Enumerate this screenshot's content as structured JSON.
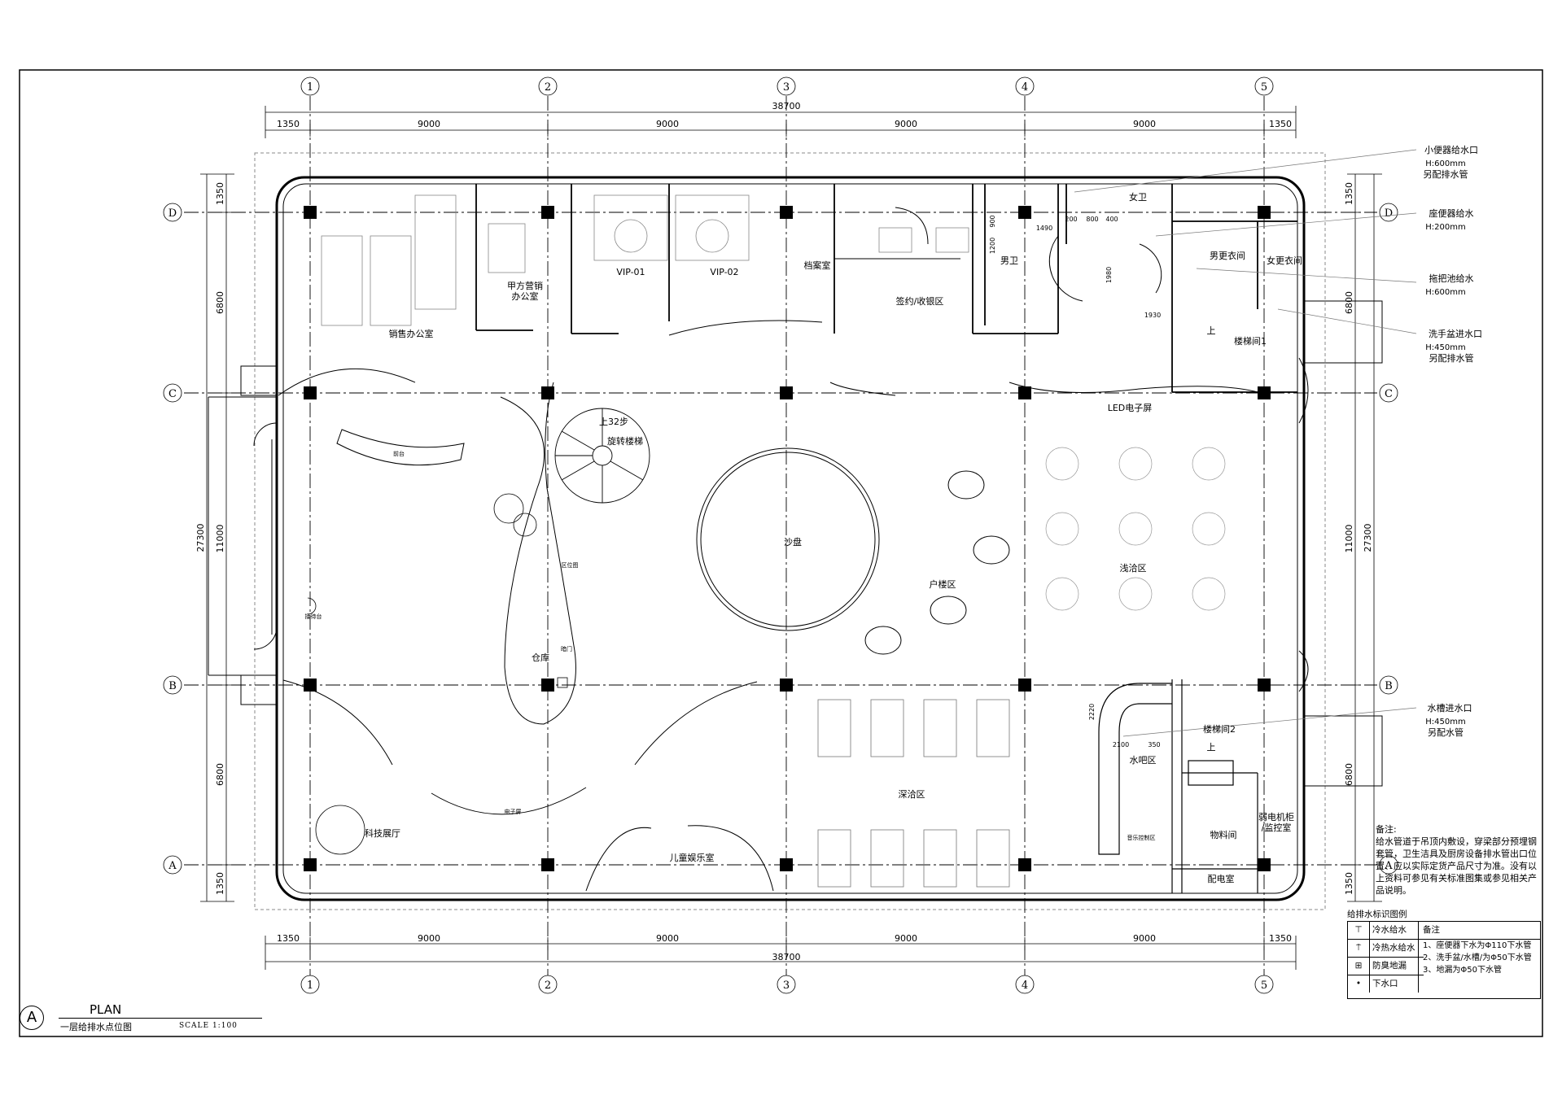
{
  "axes": {
    "vertical": [
      "1",
      "2",
      "3",
      "4",
      "5"
    ],
    "horizontal": [
      "D",
      "C",
      "B",
      "A"
    ]
  },
  "dimensions": {
    "top_total": "38700",
    "bottom_total": "38700",
    "horizontal_segments": [
      "1350",
      "9000",
      "9000",
      "9000",
      "9000",
      "1350"
    ],
    "vertical_segments": [
      "1350",
      "6800",
      "11000",
      "6800",
      "1350"
    ],
    "vertical_total": "27300",
    "detail": [
      "1930",
      "2100",
      "350",
      "2220",
      "1980",
      "1490",
      "200",
      "800",
      "400",
      "900",
      "1200"
    ]
  },
  "rooms": {
    "sales_office": "销售办公室",
    "client_office": "甲方营销\n办公室",
    "vip1": "VIP-01",
    "vip2": "VIP-02",
    "archive": "档案室",
    "sign": "签约/收银区",
    "mens_wc": "男卫",
    "womens_wc": "女卫",
    "mens_locker": "男更衣间",
    "womens_locker": "女更衣间",
    "stair1": "楼梯间1",
    "stair_up1": "上",
    "led": "LED电子屏",
    "spiral_up": "上32步",
    "spiral": "旋转楼梯",
    "sand": "沙盘",
    "unit_area": "户楼区",
    "shallow": "浅洽区",
    "deep": "深洽区",
    "warehouse": "仓库",
    "tech": "科技展厅",
    "kids": "儿童娱乐室",
    "water_bar": "水吧区",
    "stair2": "楼梯间2",
    "stair_up2": "上",
    "material": "物料间",
    "weak_elec": "弱电机柜\n/监控室",
    "power": "配电室",
    "front_desk": "前台",
    "screen": "电子屏",
    "zone_map": "区位图",
    "bench": "接待台",
    "hidden_door": "暗门",
    "control": "音乐控制区"
  },
  "callouts": [
    {
      "title": "小便器给水口",
      "lines": [
        "H:600mm",
        "另配排水管"
      ]
    },
    {
      "title": "座便器给水",
      "lines": [
        "H:200mm"
      ]
    },
    {
      "title": "拖把池给水",
      "lines": [
        "H:600mm"
      ]
    },
    {
      "title": "洗手盆进水口",
      "lines": [
        "H:450mm",
        "另配排水管"
      ]
    },
    {
      "title": "水槽进水口",
      "lines": [
        "H:450mm",
        "另配水管"
      ]
    }
  ],
  "notes": {
    "title": "备注:",
    "body": "给水管道于吊顶内敷设，穿梁部分预埋钢套管，卫生洁具及厨房设备排水管出口位置、应以实际定货产品尺寸为准。没有以上资料可参见有关标准图集或参见相关产品说明。"
  },
  "legend": {
    "title": "给排水标识图例",
    "items": [
      {
        "symbol": "⊤",
        "name": "冷水给水"
      },
      {
        "symbol": "⍑",
        "name": "冷热水给水"
      },
      {
        "symbol": "⊞",
        "name": "防臭地漏"
      },
      {
        "symbol": "•",
        "name": "下水口"
      }
    ],
    "note_head": "备注",
    "notes": [
      "1、座便器下水为Φ110下水管",
      "2、洗手盆/水槽/为Φ50下水管",
      "3、地漏为Φ50下水管"
    ]
  },
  "title_block": {
    "letter": "A",
    "plan": "PLAN",
    "subtitle": "一层给排水点位图",
    "scale": "SCALE 1:100"
  }
}
